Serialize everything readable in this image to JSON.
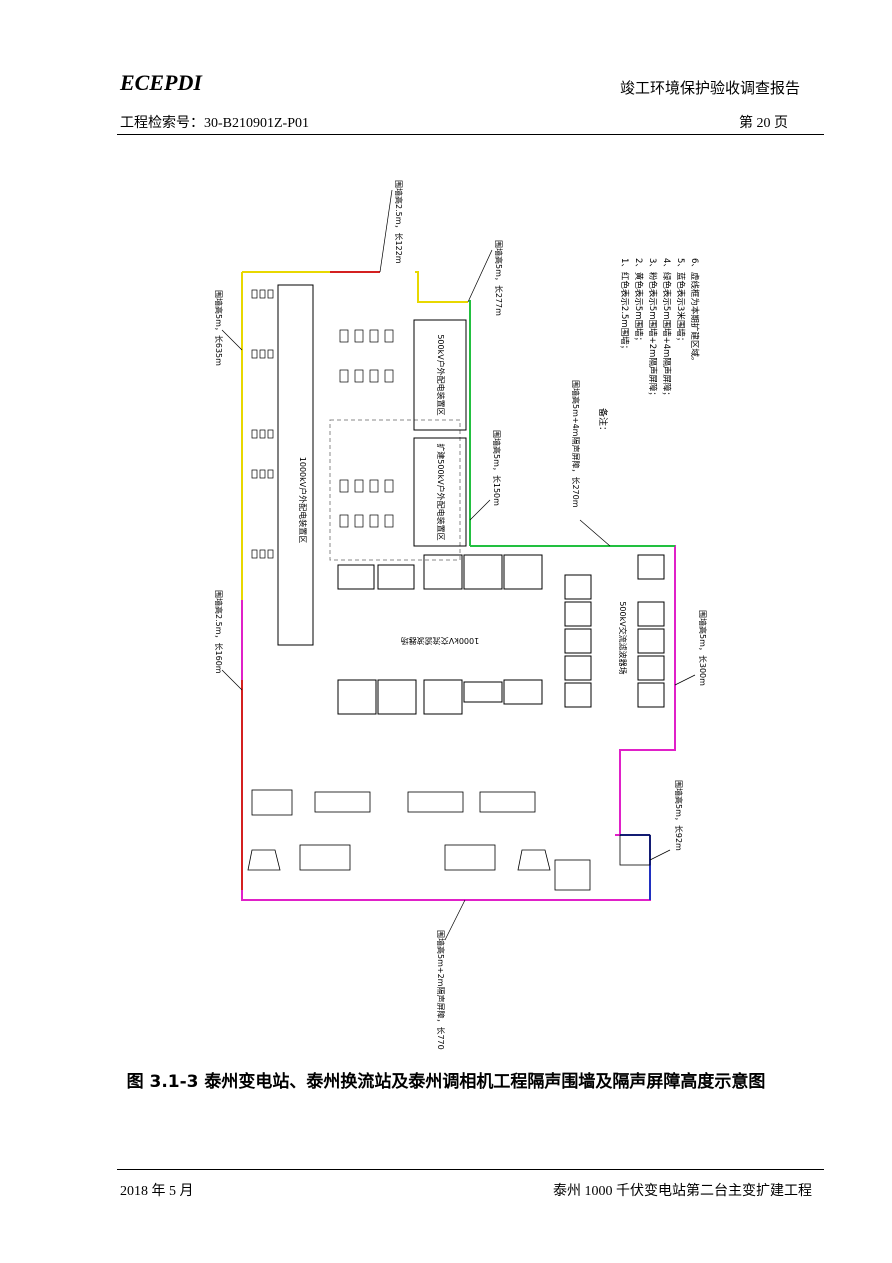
{
  "header": {
    "logo": "ECEPDI",
    "report_title": "竣工环境保护验收调查报告",
    "project_code": "工程检索号：30-B210901Z-P01",
    "page_label": "第 20 页"
  },
  "figure": {
    "caption": "图 3.1-3   泰州变电站、泰州换流站及泰州调相机工程隔声围墙及隔声屏障高度示意图",
    "areas": {
      "ac1000_outdoor": "1000kV户外配电装置区",
      "dc500_outdoor": "500kV户外配电装置区",
      "dc500_outdoor_ext": "扩建500kV户外配电装置区",
      "filter_yard": "500kV交流滤波器场",
      "ac1000_filter": "1000kV交流滤波器场"
    },
    "wall_labels": {
      "top_left": "围墙高5m，长635m",
      "top_short": "围墙高2.5m，长122m",
      "top_right": "围墙高5m，长277m",
      "mid_right": "围墙高5m，长150m",
      "right_screen": "围墙高5m+4m隔声屏障，长270m",
      "left_mid": "围墙高2.5m，长160m",
      "right_lower": "围墙高5m，长300m",
      "right_bottom": "围墙高5m，长92m",
      "bottom": "围墙高5m+2m隔声屏障，长770m"
    },
    "notes": {
      "heading": "备注：",
      "items": [
        "1、红色表示2.5m围墙；",
        "2、黄色表示5m围墙；",
        "3、粉色表示5m围墙+2m隔声屏障；",
        "4、绿色表示5m围墙+4m隔声屏障；",
        "5、蓝色表示3米围墙；",
        "6、虚线框为本期扩建区域。"
      ]
    },
    "colors": {
      "red_wall": "#d42020",
      "yellow_wall": "#e8d800",
      "pink_wall": "#e020c8",
      "green_wall": "#22c040",
      "blue_wall": "#2030c0"
    }
  },
  "footer": {
    "date": "2018 年 5 月",
    "project": "泰州 1000 千伏变电站第二台主变扩建工程"
  }
}
